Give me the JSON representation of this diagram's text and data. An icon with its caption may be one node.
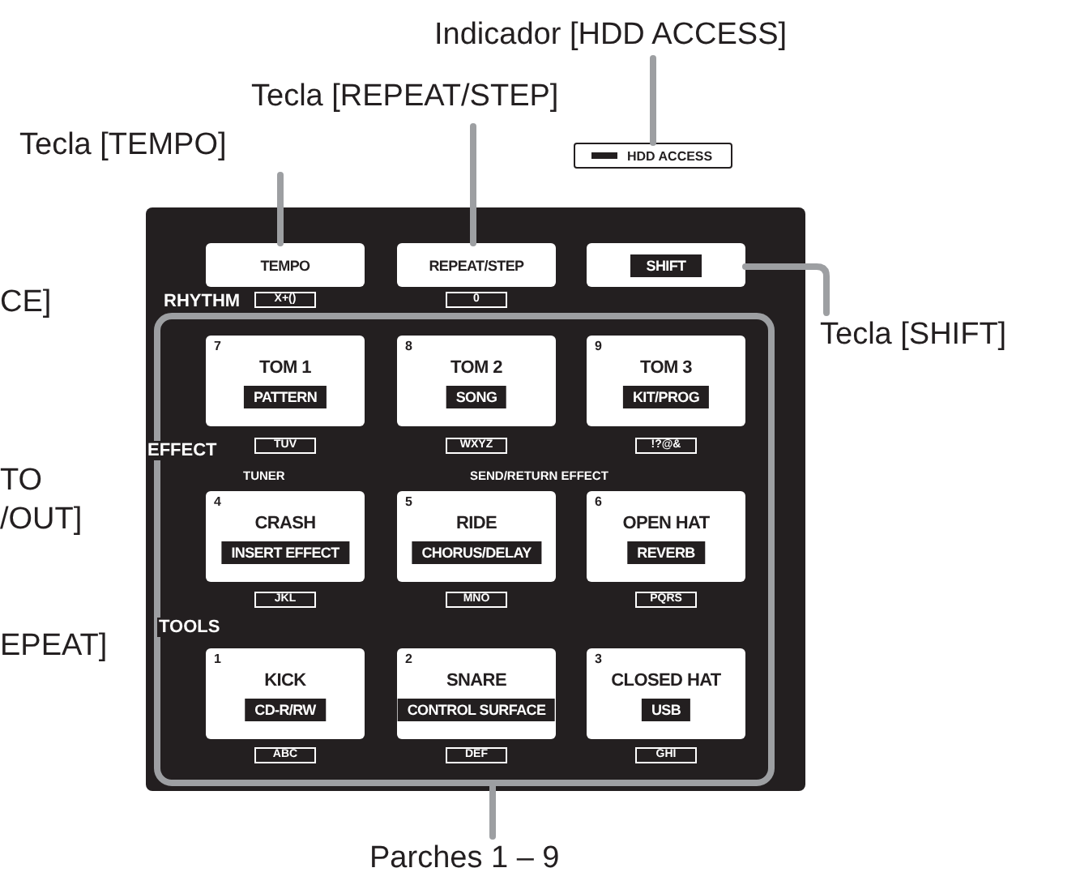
{
  "diagram": {
    "nodes": [
      {
        "text": [
          "Indicador [HDD ACCESS]"
        ]
      },
      {
        "text": [
          "Tecla [REPEAT/STEP]"
        ]
      },
      {
        "text": [
          "Tecla [TEMPO]"
        ]
      },
      {
        "text": [
          "HDD ACCESS"
        ]
      },
      {
        "text": [],
        "shape": "box"
      },
      {
        "text": [
          "TEMPO"
        ],
        "in": 4
      },
      {
        "text": [
          "REPEAT/STEP"
        ],
        "in": 4
      },
      {
        "text": [
          "SHIFT"
        ],
        "in": 4
      },
      {
        "text": [
          "Tecla [SHIFT]"
        ]
      },
      {
        "text": [
          "X+()"
        ],
        "in": 4
      },
      {
        "text": [
          "0"
        ],
        "in": 4
      },
      {
        "text": [],
        "shape": "box",
        "in": 4
      },
      {
        "text": [
          "7",
          "TOM 1",
          "PATTERN"
        ],
        "in": 11
      },
      {
        "text": [
          "8",
          "TOM 2",
          "SONG"
        ],
        "in": 11
      },
      {
        "text": [
          "9",
          "TOM 3",
          "KIT/PROG"
        ],
        "in": 11
      },
      {
        "text": [
          "TUV"
        ],
        "in": 11
      },
      {
        "text": [
          "WXYZ"
        ],
        "in": 11
      },
      {
        "text": [
          "!?@&"
        ],
        "in": 11
      },
      {
        "text": [
          "4",
          "CRASH",
          "INSERT EFFECT"
        ],
        "in": 11
      },
      {
        "text": [
          "5",
          "RIDE",
          "CHORUS/DELAY"
        ],
        "in": 11
      },
      {
        "text": [
          "6",
          "OPEN HAT",
          "REVERB"
        ],
        "in": 11
      },
      {
        "text": [
          "JKL"
        ],
        "in": 11
      },
      {
        "text": [
          "MNO"
        ],
        "in": 11
      },
      {
        "text": [
          "PQRS"
        ],
        "in": 11
      },
      {
        "text": [
          "1",
          "KICK",
          "CD-R/RW"
        ],
        "in": 11
      },
      {
        "text": [
          "2",
          "SNARE",
          "CONTROL SURFACE"
        ],
        "in": 11
      },
      {
        "text": [
          "3",
          "CLOSED HAT",
          "USB"
        ],
        "in": 11
      },
      {
        "text": [
          "ABC"
        ],
        "in": 11
      },
      {
        "text": [
          "DEF"
        ],
        "in": 11
      },
      {
        "text": [
          "GHI"
        ],
        "in": 11
      },
      {
        "text": [
          "Parches 1 – 9"
        ]
      }
    ],
    "edges": [
      {
        "from": 0,
        "to": 3,
        "arrow": "none"
      },
      {
        "from": 1,
        "to": 6,
        "arrow": "none"
      },
      {
        "from": 2,
        "to": 5,
        "arrow": "none"
      },
      {
        "from": 8,
        "to": 7,
        "arrow": "none"
      },
      {
        "from": 30,
        "to": 11,
        "arrow": "none"
      }
    ],
    "labels": [
      "CE]",
      "RHYTHM",
      "EFFECT",
      "TUNER",
      "SEND/RETURN EFFECT",
      "TO",
      "/OUT]",
      "TOOLS",
      "EPEAT]"
    ]
  }
}
